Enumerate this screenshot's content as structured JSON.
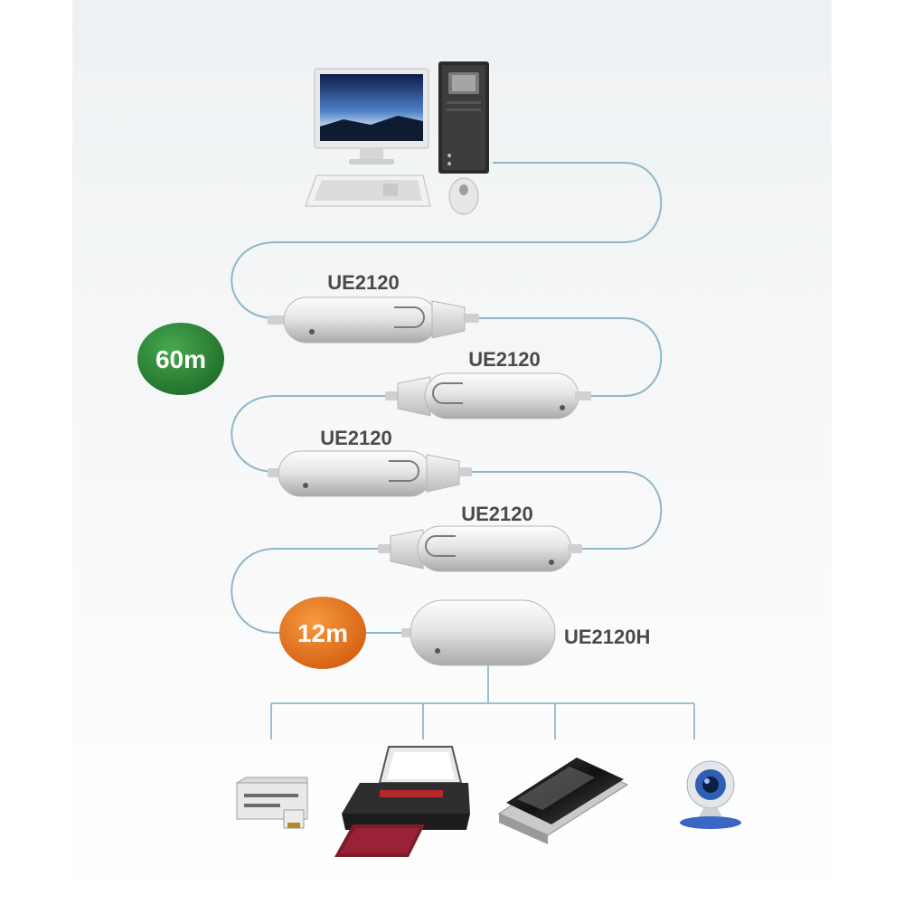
{
  "labels": {
    "ext1": "UE2120",
    "ext2": "UE2120",
    "ext3": "UE2120",
    "ext4": "UE2120",
    "hub": "UE2120H"
  },
  "badges": {
    "total": "60m",
    "last": "12m"
  },
  "colors": {
    "badge_total": "#2e8b3a",
    "badge_last": "#e8731e",
    "cable": "#8fb6c8"
  },
  "icons": [
    "computer-icon",
    "monitor-icon",
    "tower-icon",
    "keyboard-icon",
    "mouse-icon",
    "card-reader-icon",
    "printer-icon",
    "scanner-icon",
    "webcam-icon"
  ]
}
